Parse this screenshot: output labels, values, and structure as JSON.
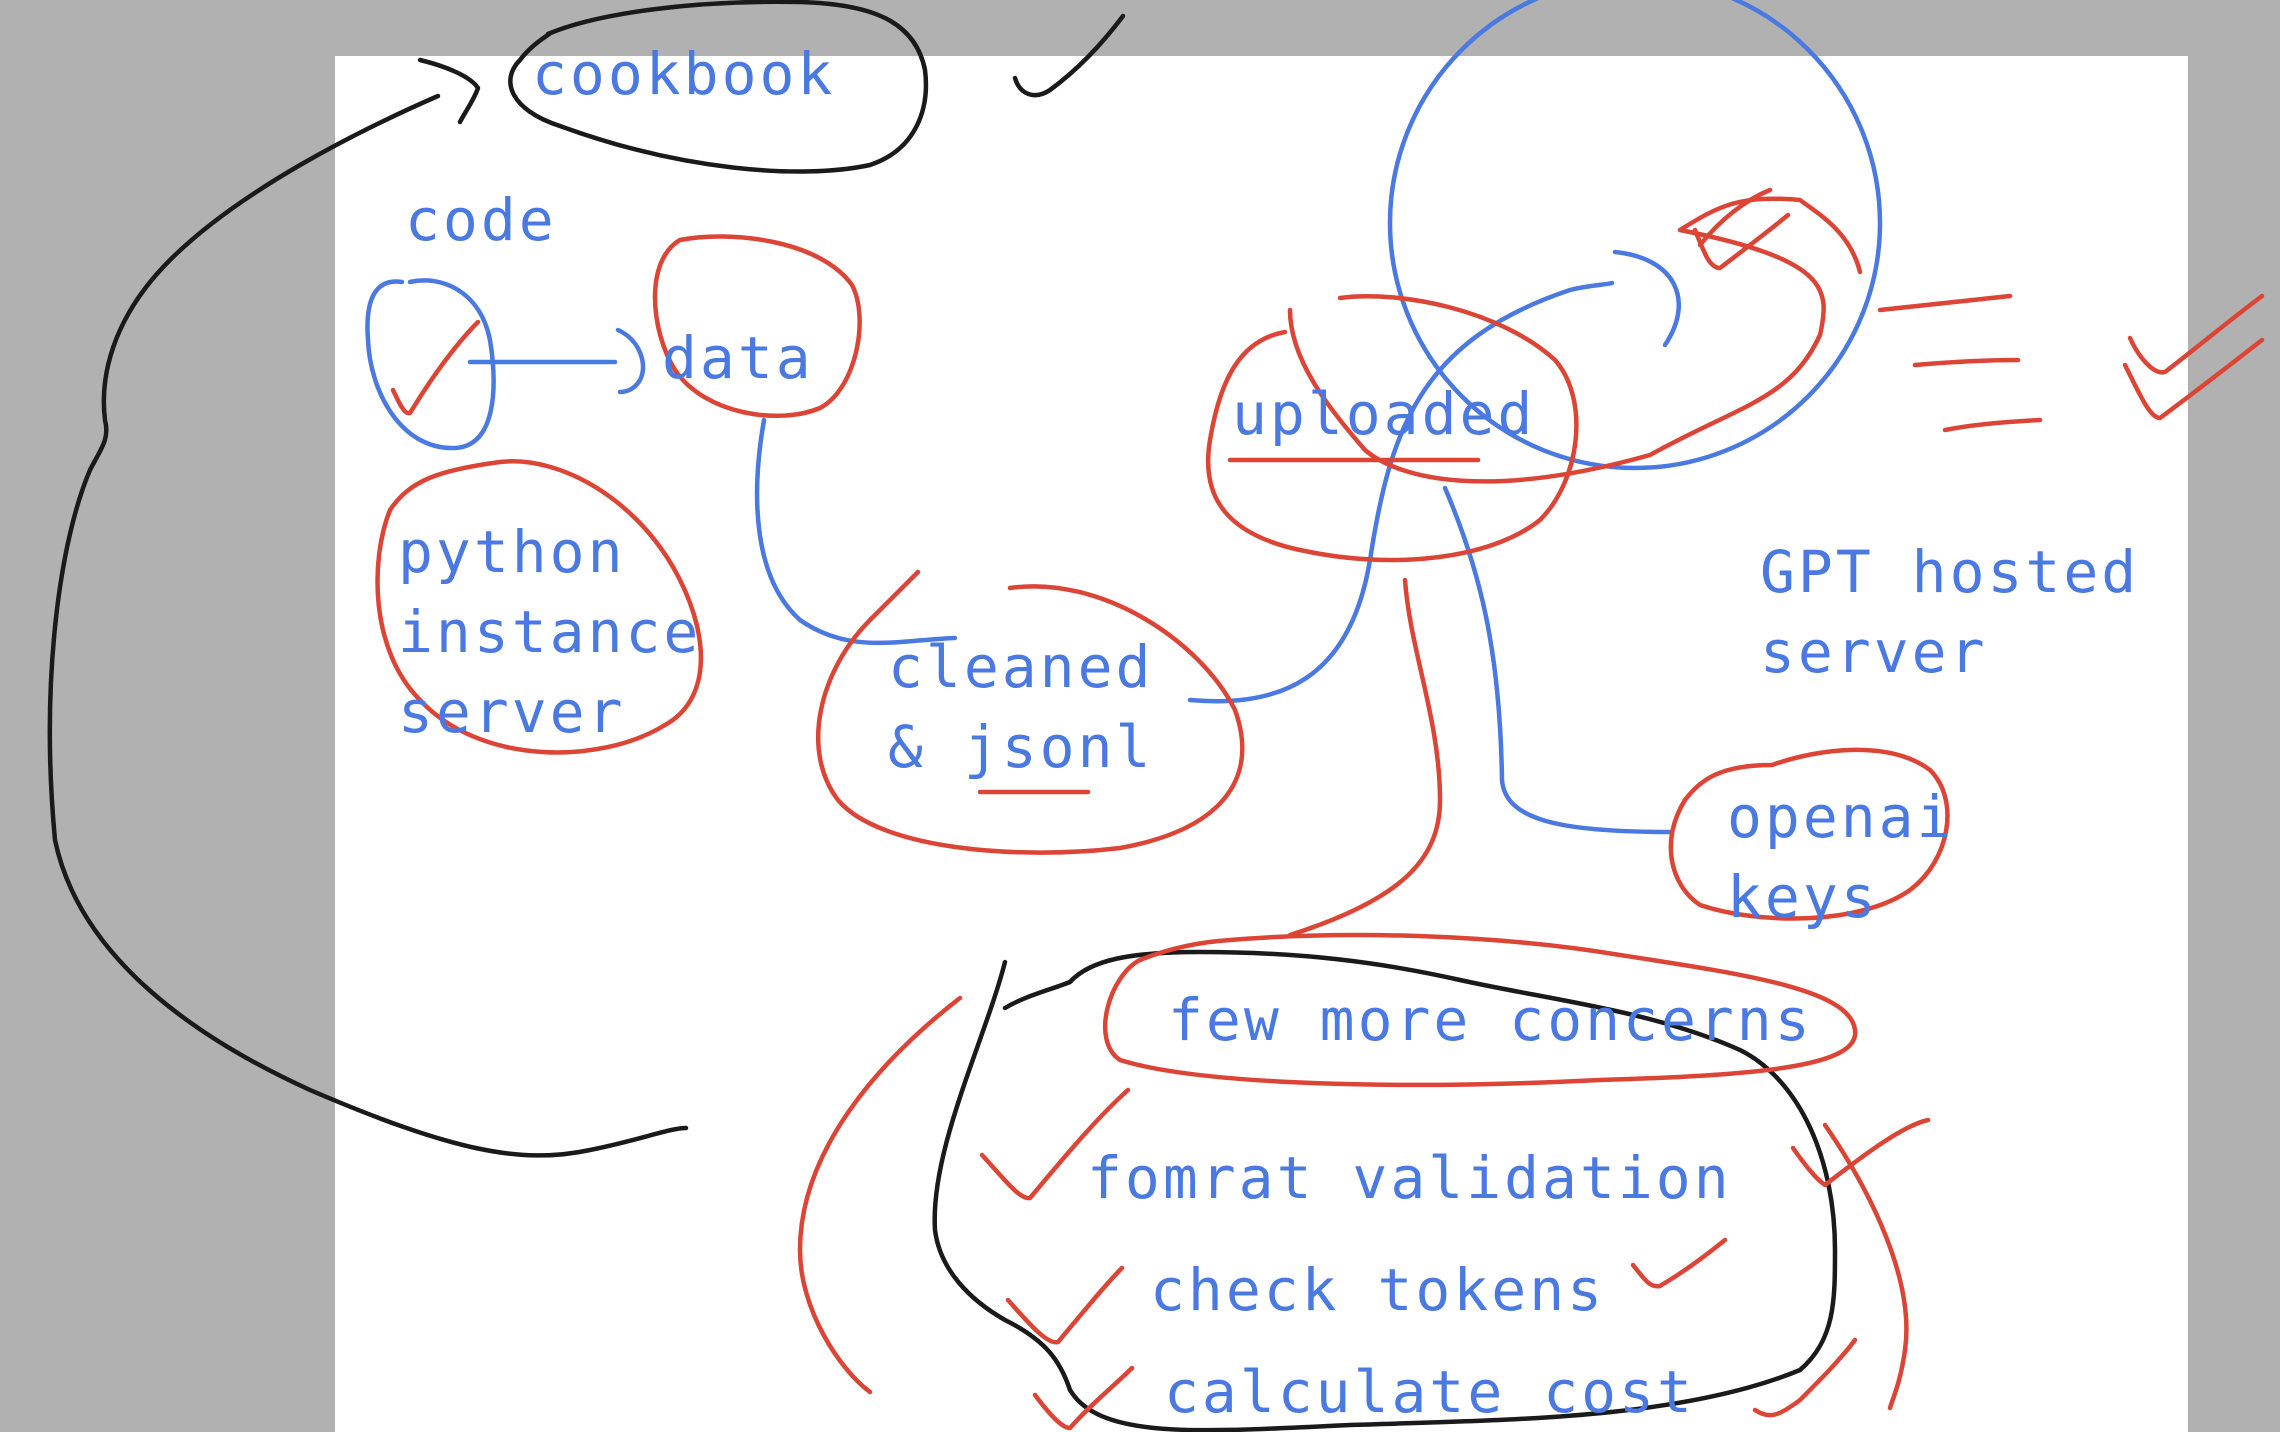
{
  "colors": {
    "canvas_background": "#b1b1b1",
    "sheet": "#ffffff",
    "blue_ink": "#4a79e2",
    "red_ink": "#dc4536",
    "black_ink": "#1a1a1a"
  },
  "labels": {
    "cookbook": "cookbook",
    "code": "code",
    "data": "data",
    "python_instance_server": "python\ninstance\nserver",
    "cleaned_jsonl": "cleaned\n& jsonl",
    "uploaded": "uploaded",
    "gpt_hosted_server": "GPT hosted\nserver",
    "openai_keys": "openai\nkeys",
    "few_more_concerns": "few more concerns",
    "format_validation": "fomrat validation",
    "check_tokens": "check tokens",
    "calculate_cost": "calculate cost"
  },
  "icons": [
    "checkmark-icon",
    "circle-annotation",
    "arrow-annotation"
  ]
}
